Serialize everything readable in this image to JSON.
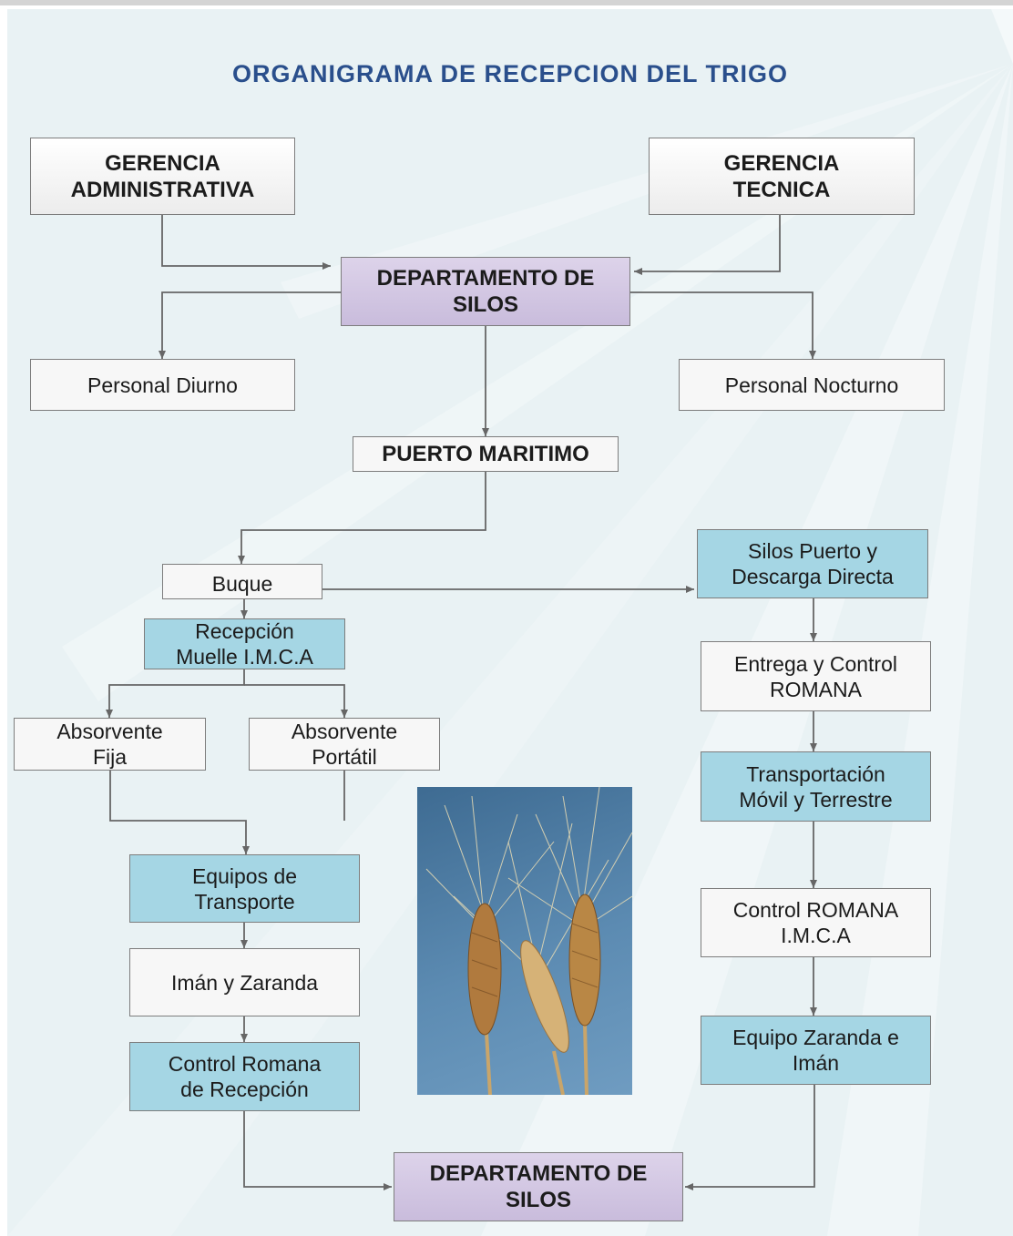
{
  "title": "ORGANIGRAMA DE RECEPCION DEL TRIGO",
  "nodes": {
    "gerencia_admin": "GERENCIA\nADMINISTRATIVA",
    "gerencia_tecnica": "GERENCIA\nTECNICA",
    "dept_silos_top": "DEPARTAMENTO DE\nSILOS",
    "personal_diurno": "Personal Diurno",
    "personal_nocturno": "Personal Nocturno",
    "puerto_maritimo": "PUERTO MARITIMO",
    "buque": "Buque",
    "recepcion_muelle": "Recepción\nMuelle I.M.C.A",
    "absorvente_fija": "Absorvente\nFija",
    "absorvente_portatil": "Absorvente\nPortátil",
    "equipos_transporte": "Equipos de\nTransporte",
    "iman_zaranda": "Imán y Zaranda",
    "control_romana_recepcion": "Control Romana\nde Recepción",
    "silos_puerto": "Silos Puerto y\nDescarga Directa",
    "entrega_control": "Entrega y Control\nROMANA",
    "transportacion": "Transportación\nMóvil y Terrestre",
    "control_romana_imca": "Control ROMANA\nI.M.C.A",
    "equipo_zaranda": "Equipo Zaranda e\nImán",
    "dept_silos_bottom": "DEPARTAMENTO DE\nSILOS"
  },
  "colors": {
    "title": "#2a4f8c",
    "cyan_box": "#a5d6e4",
    "purple_box": "#c9bcdc",
    "white_box": "#f7f7f7",
    "connector": "#666666"
  },
  "image": {
    "icon": "wheat-ears-photo"
  }
}
